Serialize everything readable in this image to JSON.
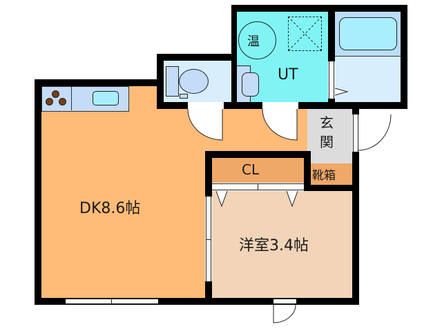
{
  "floorplan": {
    "rooms": {
      "dk": {
        "label": "DK8.6帖",
        "color": "#FFBB77"
      },
      "western": {
        "label": "洋室3.4帖",
        "color": "#F2D4B8"
      },
      "closet": {
        "label": "CL",
        "color": "#F0A868"
      },
      "unit": {
        "label": "UT",
        "color": "#80F4F4"
      },
      "water_heater": {
        "label": "温"
      },
      "toilet": {
        "color": "#D8EEFC"
      },
      "bath": {
        "color": "#D8EEFC",
        "tub_color": "#A8EEFC",
        "tub_band_color": "#BCDCFC"
      },
      "entrance": {
        "label_1": "玄",
        "label_2": "関",
        "color": "#DCDCDC"
      },
      "shoe_box": {
        "label_1": "靴",
        "label_2": "箱",
        "color": "#F0A868"
      },
      "kitchen": {
        "counter_color": "#C4DCF8",
        "sink_color": "#A8EEFC",
        "burner_color": "#7A3E12"
      }
    },
    "wall_color": "#000000"
  }
}
